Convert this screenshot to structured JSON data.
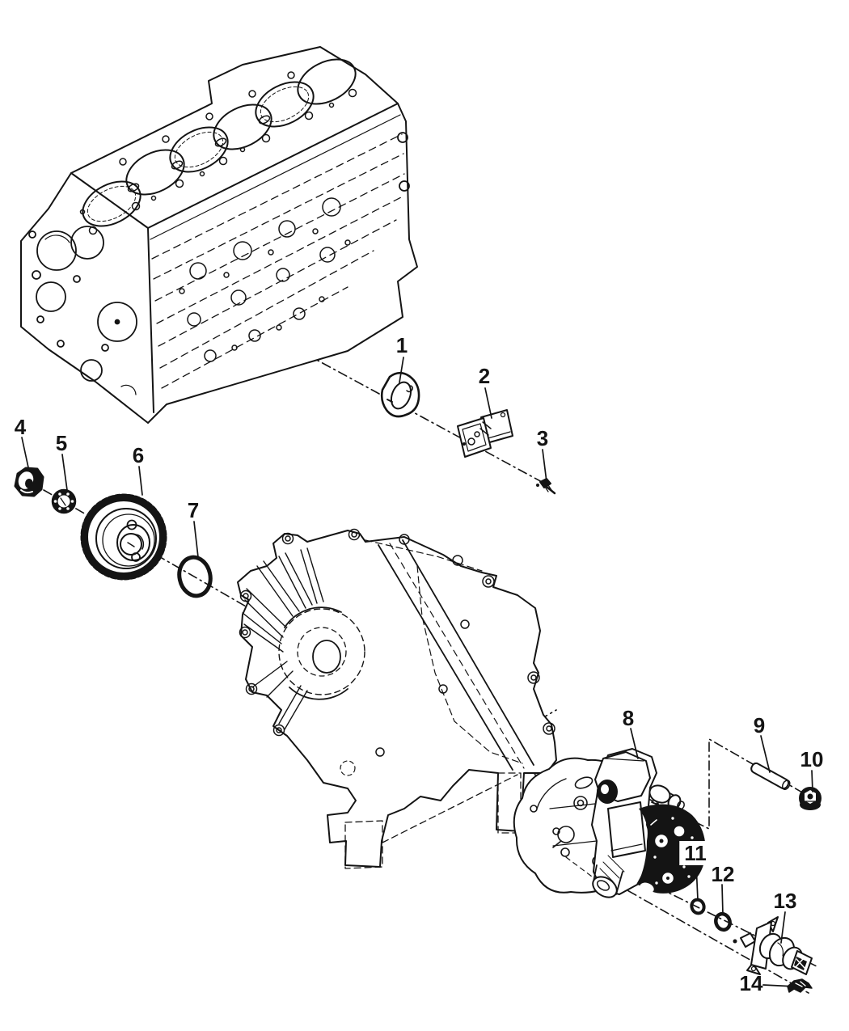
{
  "figure": {
    "type": "exploded-parts-line-diagram",
    "subject": "engine block, timing gear housing and fuel injection pump",
    "background_color": "#ffffff",
    "line_color": "#141414"
  },
  "callouts": [
    {
      "id": 1,
      "label": "1"
    },
    {
      "id": 2,
      "label": "2"
    },
    {
      "id": 3,
      "label": "3"
    },
    {
      "id": 4,
      "label": "4"
    },
    {
      "id": 5,
      "label": "5"
    },
    {
      "id": 6,
      "label": "6"
    },
    {
      "id": 7,
      "label": "7"
    },
    {
      "id": 8,
      "label": "8"
    },
    {
      "id": 9,
      "label": "9"
    },
    {
      "id": 10,
      "label": "10"
    },
    {
      "id": 11,
      "label": "11"
    },
    {
      "id": 12,
      "label": "12"
    },
    {
      "id": 13,
      "label": "13"
    },
    {
      "id": 14,
      "label": "14"
    }
  ]
}
